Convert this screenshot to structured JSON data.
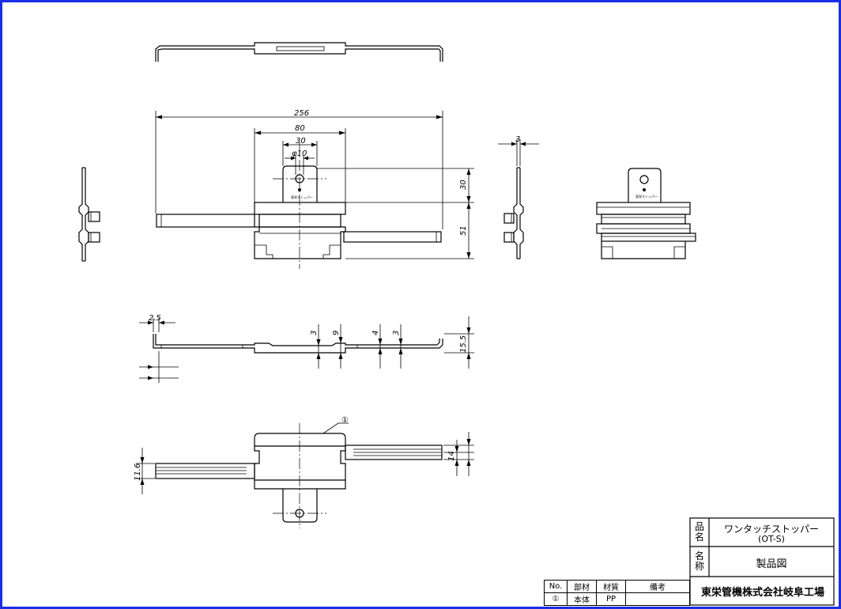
{
  "dimensions": {
    "overall_width": "256",
    "body_width": "80",
    "tab_width": "30",
    "hole_dia": "φ10",
    "tab_height": "30",
    "body_height": "51",
    "side_thickness": "3",
    "sec_left": "2.5",
    "sec_mid_a": "3",
    "sec_mid_b": "9",
    "sec_right_a": "4",
    "sec_right_b": "3",
    "sec_height": "15.5",
    "plan_left": "11.6",
    "plan_right": "14"
  },
  "callout": "①",
  "tab_label": "東栄ストッパー",
  "title_block": {
    "name_label": "品名",
    "name_value_1": "ワンタッチストッパー",
    "name_value_2": "(OT-S)",
    "title_label": "名称",
    "title_value": "製品図",
    "company": "東栄管機株式会社岐阜工場"
  },
  "parts_table": {
    "headers": [
      "No.",
      "部材",
      "材質",
      "備考"
    ],
    "rows": [
      [
        "①",
        "本体",
        "PP",
        ""
      ]
    ]
  }
}
